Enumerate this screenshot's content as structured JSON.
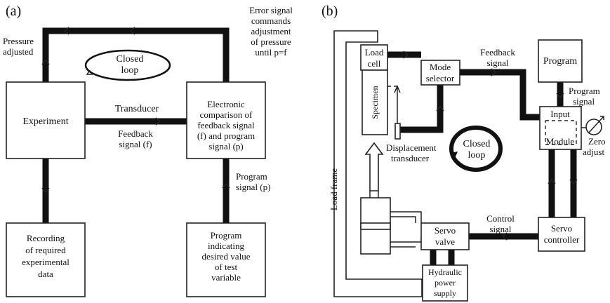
{
  "panel_a": {
    "tag": "(a)",
    "experiment": "Experiment",
    "comparison": [
      "Electronic",
      "comparison of",
      "feedback signal",
      "(f) and program",
      "signal (p)"
    ],
    "recording": [
      "Recording",
      "of required",
      "experimental",
      "data"
    ],
    "program": [
      "Program",
      "indicating",
      "desired value",
      "of test",
      "variable"
    ],
    "closed_loop": [
      "Closed",
      "loop"
    ],
    "pressure_adjusted": [
      "Pressure",
      "adjusted"
    ],
    "error_signal": [
      "Error signal",
      "commands",
      "adjustment",
      "of pressure",
      "until p=f"
    ],
    "transducer": "Transducer",
    "feedback_signal": [
      "Feedback",
      "signal (f)"
    ],
    "program_signal": [
      "Program",
      "signal (p)"
    ]
  },
  "panel_b": {
    "tag": "(b)",
    "load_frame": "Load frame",
    "load_cell": [
      "Load",
      "cell"
    ],
    "specimen": "Specimen",
    "mode_selector": [
      "Mode",
      "selector"
    ],
    "feedback_signal": [
      "Feedback",
      "signal"
    ],
    "program": "Program",
    "program_signal": [
      "Program",
      "signal"
    ],
    "input": "Input",
    "module": "Module",
    "zero_adjust": [
      "Zero",
      "adjust"
    ],
    "displacement_transducer": [
      "Displacement",
      "transducer"
    ],
    "closed_loop": [
      "Closed",
      "loop"
    ],
    "servo_valve": [
      "Servo",
      "valve"
    ],
    "control_signal": [
      "Control",
      "signal"
    ],
    "servo_controller": [
      "Servo",
      "controller"
    ],
    "hydraulic": [
      "Hydraulic",
      "power",
      "supply"
    ]
  }
}
